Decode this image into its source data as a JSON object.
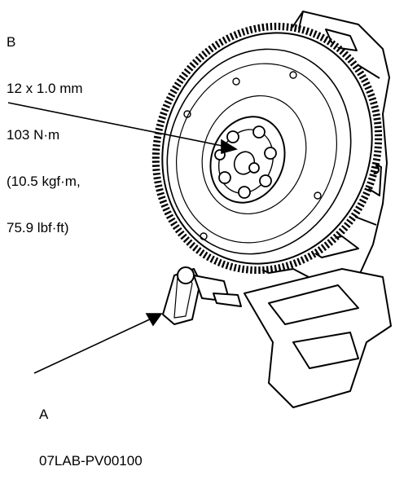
{
  "callout_b": {
    "letter": "B",
    "lines": [
      "12 x 1.0 mm",
      "103 N·m",
      "(10.5 kgf·m,",
      "75.9 lbf·ft)"
    ]
  },
  "callout_a": {
    "letter": "A",
    "part_number": "07LAB-PV00100"
  },
  "colors": {
    "ink": "#000000",
    "paper": "#ffffff"
  }
}
